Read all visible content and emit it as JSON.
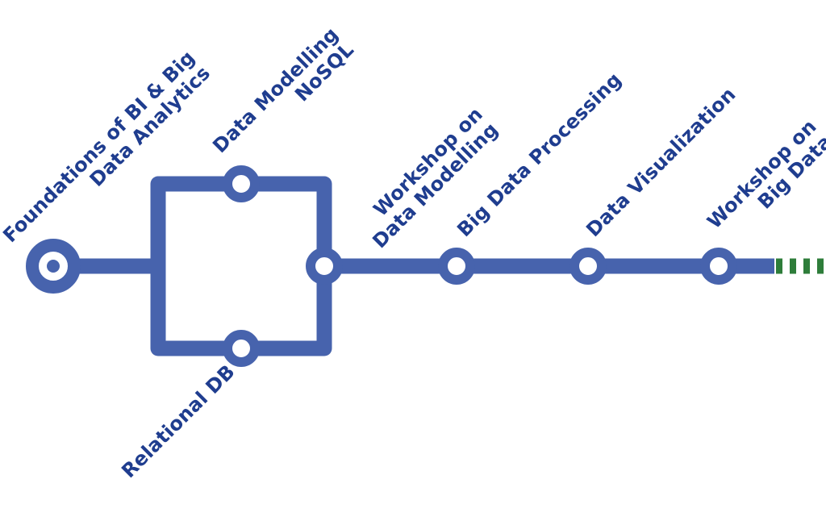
{
  "colors": {
    "route": "#4763ad",
    "label": "#1f3d8f",
    "continuation": "#2e7d3a",
    "background": "#ffffff"
  },
  "stops": [
    {
      "id": "foundations",
      "lines": [
        "Foundations of BI & Big",
        "Data Analytics"
      ],
      "terminus": true
    },
    {
      "id": "nosql",
      "lines": [
        "Data Modelling",
        "NoSQL"
      ]
    },
    {
      "id": "relational",
      "lines": [
        "Relational DB"
      ]
    },
    {
      "id": "workshop-modelling",
      "lines": [
        "Workshop on",
        "Data Modelling"
      ]
    },
    {
      "id": "big-data-processing",
      "lines": [
        "Big Data Processing"
      ]
    },
    {
      "id": "data-visualization",
      "lines": [
        "Data Visualization"
      ]
    },
    {
      "id": "workshop-big-data",
      "lines": [
        "Workshop on",
        "Big Data"
      ]
    }
  ]
}
